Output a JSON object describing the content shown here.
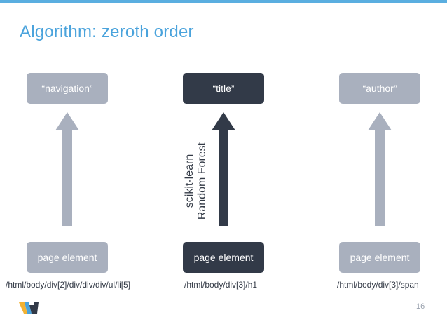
{
  "slide": {
    "title": "Algorithm: zeroth order",
    "page_number": "16"
  },
  "columns": [
    {
      "output_label": "“navigation”",
      "input_label": "page element",
      "xpath": "/html/body/div[2]/div/div/div/ul/li[5]",
      "highlighted": false
    },
    {
      "output_label": "“title”",
      "input_label": "page element",
      "xpath": "/html/body/div[3]/h1",
      "highlighted": true,
      "arrow_label_line1": "scikit-learn",
      "arrow_label_line2": "Random Forest"
    },
    {
      "output_label": "“author”",
      "input_label": "page element",
      "xpath": "/html/body/div[3]/span",
      "highlighted": false
    }
  ],
  "colors": {
    "accent": "#4aa3dc",
    "gray_box": "#a9b0be",
    "dark_box": "#323a48"
  },
  "icons": {
    "logo": "logo-icon"
  }
}
